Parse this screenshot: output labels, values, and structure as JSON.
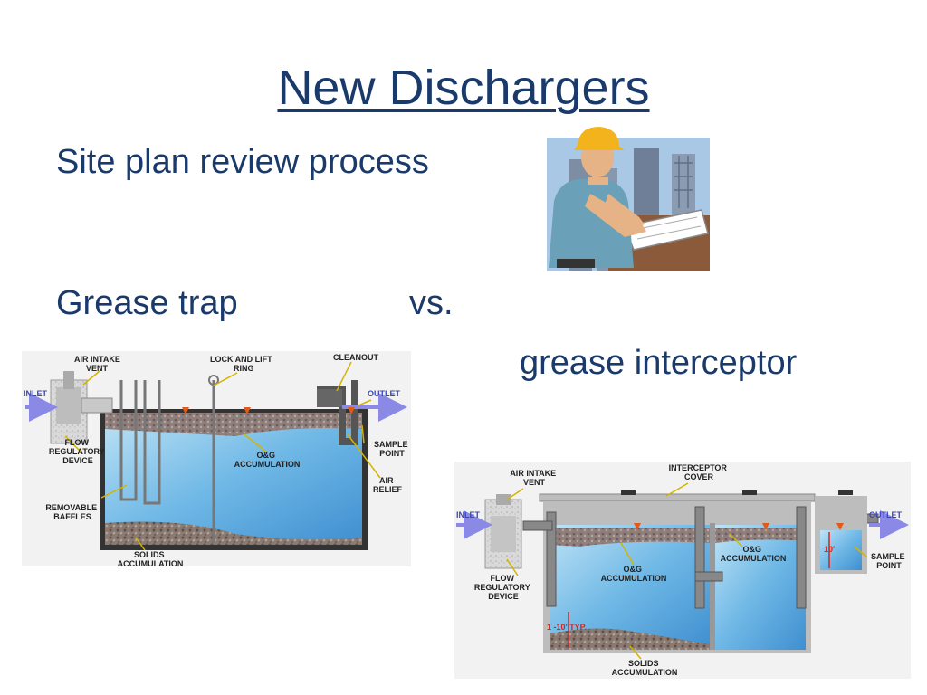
{
  "slide": {
    "title": "New Dischargers",
    "line1": "Site plan review process",
    "line2a": "Grease trap",
    "line2b": "vs.",
    "line3": "grease interceptor"
  },
  "clipart": {
    "icon": "engineer-reading-blueprint"
  },
  "trap_diagram": {
    "air_intake": [
      "AIR INTAKE",
      "VENT"
    ],
    "lock_lift": [
      "LOCK AND LIFT",
      "RING"
    ],
    "cleanout": "CLEANOUT",
    "inlet": "INLET",
    "outlet": "OUTLET",
    "flow_reg": [
      "FLOW",
      "REGULATORY",
      "DEVICE"
    ],
    "og": [
      "O&G",
      "ACCUMULATION"
    ],
    "sample": [
      "SAMPLE",
      "POINT"
    ],
    "air_relief": [
      "AIR",
      "RELIEF"
    ],
    "baffles": [
      "REMOVABLE",
      "BAFFLES"
    ],
    "solids": [
      "SOLIDS",
      "ACCUMULATION"
    ]
  },
  "interceptor_diagram": {
    "air_intake": [
      "AIR INTAKE",
      "VENT"
    ],
    "cover": [
      "INTERCEPTOR",
      "COVER"
    ],
    "inlet": "INLET",
    "outlet": "OUTLET",
    "flow_reg": [
      "FLOW",
      "REGULATORY",
      "DEVICE"
    ],
    "og1": [
      "O&G",
      "ACCUMULATION"
    ],
    "og2": [
      "O&G",
      "ACCUMULATION"
    ],
    "ten": "10'",
    "sample": [
      "SAMPLE",
      "POINT"
    ],
    "typ": "1 -10' TYP.",
    "solids": [
      "SOLIDS",
      "ACCUMULATION"
    ]
  }
}
